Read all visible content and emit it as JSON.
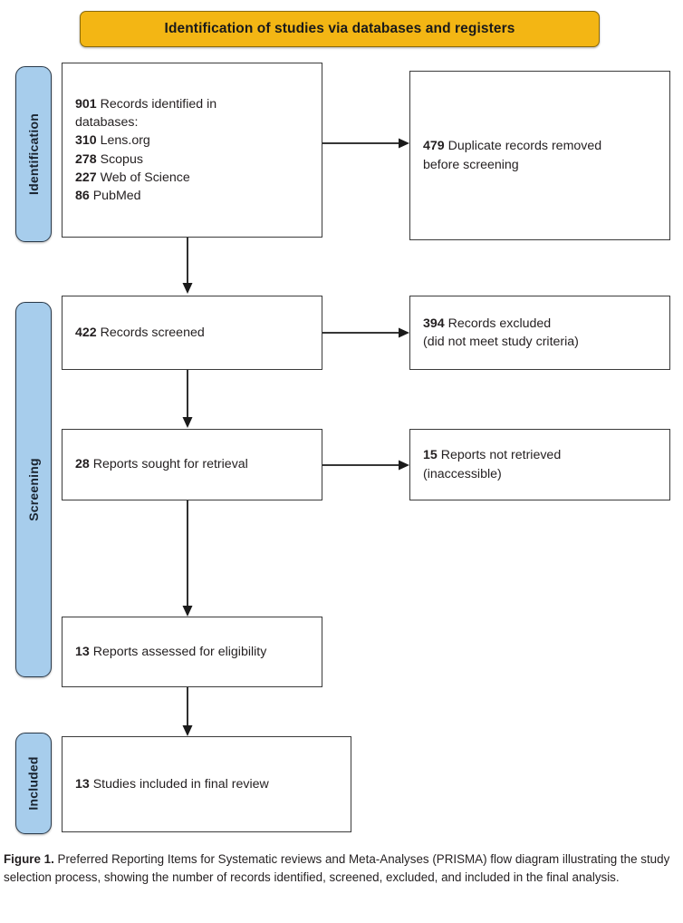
{
  "figure": {
    "banner_title": "Identification of studies via databases and registers",
    "accent_banner_color": "#F3B614",
    "accent_phase_color": "#A7CDEC",
    "box_border_color": "#3B3B3B"
  },
  "phases": [
    {
      "id": "identification",
      "label": "Identification"
    },
    {
      "id": "screening",
      "label": "Screening"
    },
    {
      "id": "included",
      "label": "Included"
    }
  ],
  "boxes": {
    "identified": {
      "lines": [
        {
          "count": "901",
          "text": "Records identified in"
        },
        {
          "count": "",
          "text": "databases:"
        },
        {
          "count": "310",
          "text": "Lens.org"
        },
        {
          "count": "278",
          "text": "Scopus"
        },
        {
          "count": "227",
          "text": "Web of Science"
        },
        {
          "count": "86",
          "text": "PubMed"
        }
      ]
    },
    "duplicates": {
      "lines": [
        {
          "count": "479",
          "text": "Duplicate records removed"
        },
        {
          "count": "",
          "text": "before screening"
        }
      ]
    },
    "screened": {
      "lines": [
        {
          "count": "422",
          "text": "Records screened"
        }
      ]
    },
    "excluded": {
      "lines": [
        {
          "count": "394",
          "text": "Records excluded"
        },
        {
          "count": "",
          "text": "(did not meet study criteria)"
        }
      ]
    },
    "sought": {
      "lines": [
        {
          "count": "28",
          "text": "Reports sought for retrieval"
        }
      ]
    },
    "not_retrieved": {
      "lines": [
        {
          "count": "15",
          "text": "Reports not retrieved"
        },
        {
          "count": "",
          "text": "(inaccessible)"
        }
      ]
    },
    "assessed": {
      "lines": [
        {
          "count": "13",
          "text": "Reports assessed for eligibility"
        }
      ]
    },
    "included": {
      "lines": [
        {
          "count": "13",
          "text": "Studies included in final review"
        }
      ]
    }
  },
  "caption": {
    "label": "Figure 1.",
    "text": " Preferred Reporting Items for Systematic reviews and Meta-Analyses (PRISMA) flow diagram illustrating the study selection process, showing the number of records identified, screened, excluded, and included in the final analysis."
  },
  "chart_data": {
    "type": "diagram",
    "title": "Identification of studies via databases and registers",
    "nodes": [
      {
        "id": "identified",
        "phase": "Identification",
        "value": 901,
        "label": "Records identified in databases"
      },
      {
        "id": "lens",
        "phase": "Identification",
        "value": 310,
        "label": "Lens.org"
      },
      {
        "id": "scopus",
        "phase": "Identification",
        "value": 278,
        "label": "Scopus"
      },
      {
        "id": "wos",
        "phase": "Identification",
        "value": 227,
        "label": "Web of Science"
      },
      {
        "id": "pubmed",
        "phase": "Identification",
        "value": 86,
        "label": "PubMed"
      },
      {
        "id": "duplicates",
        "phase": "Identification",
        "value": 479,
        "label": "Duplicate records removed before screening"
      },
      {
        "id": "screened",
        "phase": "Screening",
        "value": 422,
        "label": "Records screened"
      },
      {
        "id": "excluded",
        "phase": "Screening",
        "value": 394,
        "label": "Records excluded (did not meet study criteria)"
      },
      {
        "id": "sought",
        "phase": "Screening",
        "value": 28,
        "label": "Reports sought for retrieval"
      },
      {
        "id": "not_retrieved",
        "phase": "Screening",
        "value": 15,
        "label": "Reports not retrieved (inaccessible)"
      },
      {
        "id": "assessed",
        "phase": "Screening",
        "value": 13,
        "label": "Reports assessed for eligibility"
      },
      {
        "id": "included",
        "phase": "Included",
        "value": 13,
        "label": "Studies included in final review"
      }
    ],
    "edges": [
      {
        "from": "identified",
        "to": "duplicates",
        "direction": "right"
      },
      {
        "from": "identified",
        "to": "screened",
        "direction": "down"
      },
      {
        "from": "screened",
        "to": "excluded",
        "direction": "right"
      },
      {
        "from": "screened",
        "to": "sought",
        "direction": "down"
      },
      {
        "from": "sought",
        "to": "not_retrieved",
        "direction": "right"
      },
      {
        "from": "sought",
        "to": "assessed",
        "direction": "down"
      },
      {
        "from": "assessed",
        "to": "included",
        "direction": "down"
      }
    ]
  }
}
